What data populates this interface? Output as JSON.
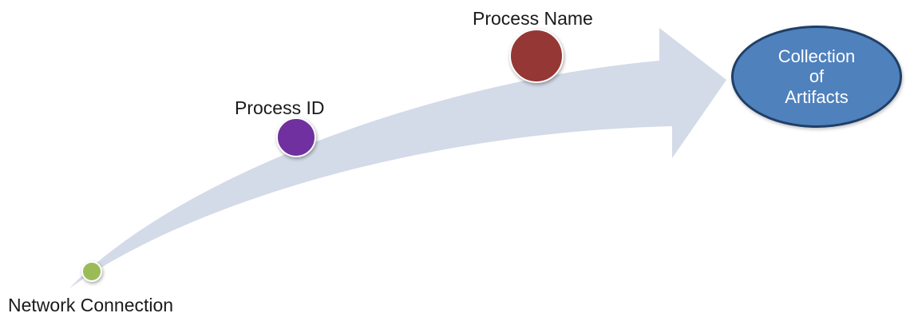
{
  "diagram": {
    "labels": {
      "network_connection": "Network Connection",
      "process_id": "Process ID",
      "process_name": "Process Name"
    },
    "target": {
      "lines": [
        "Collection",
        "of",
        "Artifacts"
      ]
    },
    "colors": {
      "arrow": "#d3dae8",
      "network_dot": "#9bbb59",
      "process_id_dot": "#7030a0",
      "process_name_dot": "#953735",
      "target_fill": "#4f81bd",
      "target_border": "#1f3f66",
      "text": "#1a1a1a"
    }
  }
}
